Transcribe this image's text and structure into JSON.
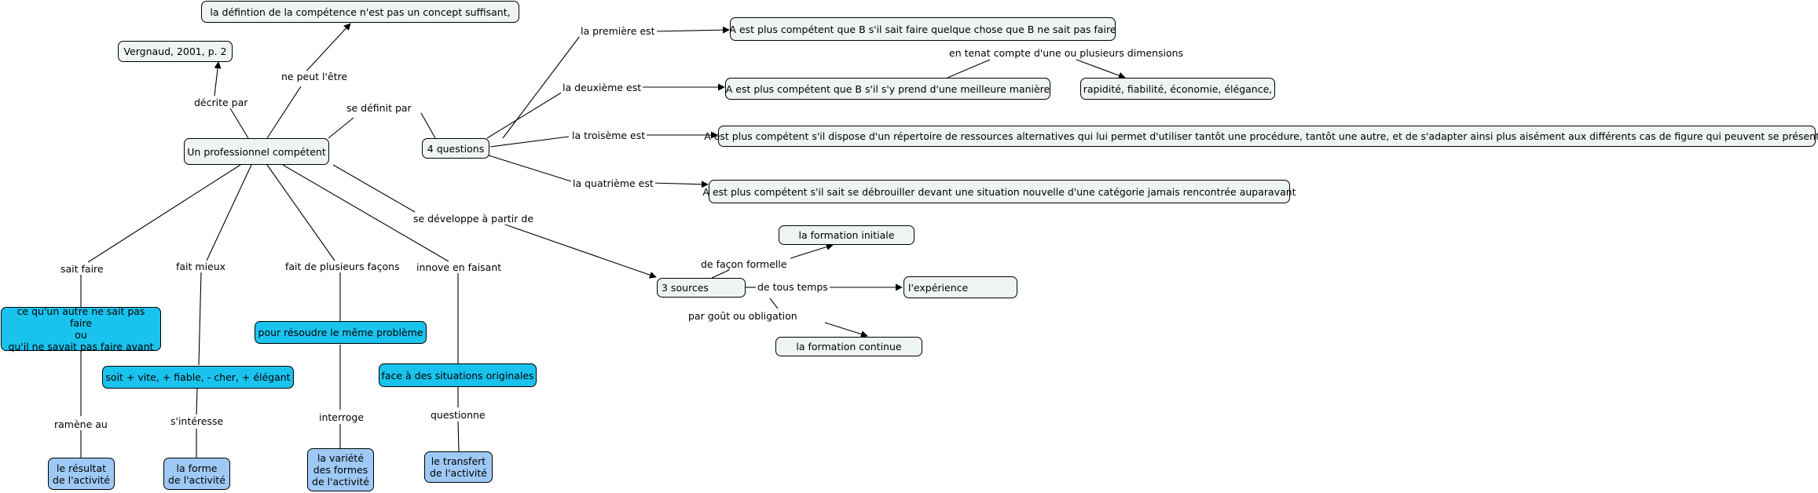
{
  "nodes": {
    "definition": "la défintion de la compétence  n'est  pas  un  concept  suffisant,",
    "vergnaud": "Vergnaud, 2001, p. 2",
    "professionnel": "Un professionnel compétent",
    "questions": "4 questions",
    "q1": "A est plus compétent que B s'il sait faire quelque chose que B ne sait pas faire",
    "q2": "A est plus compétent que B s'il s'y prend d'une meilleure manière",
    "dimensions": "rapidité, fiabilité, économie, élégance,",
    "q3": "A est plus compétent s'il dispose d'un répertoire de ressources alternatives qui lui permet d'utiliser tantôt une procédure, tantôt une autre, et de s'adapter ainsi plus aisément aux différents cas de figure qui peuvent se présenter",
    "q4": "A est plus compétent s'il sait se débrouiller devant une situation nouvelle d'une catégorie jamais rencontrée auparavant",
    "sources": "3 sources",
    "formation_initiale": "la formation initiale",
    "experience": "l'expérience",
    "formation_continue": "la formation continue",
    "autre": "ce qu'un autre ne sait pas faire\nou\nqu'il ne savait pas faire avant",
    "vite": "soit + vite, + fiable, - cher, + élégant",
    "probleme": "pour résoudre le même problème",
    "originales": "face à des situations originales",
    "resultat": "le résultat\nde l'activité",
    "forme": "la forme\nde l'activité",
    "variete": "la variété\ndes formes\nde l'activité",
    "transfert": "le transfert\nde l'activité"
  },
  "links": {
    "ne_peut": "ne peut l'être",
    "decrite_par": "décrite par",
    "se_definit_par": "se définit par",
    "premiere": "la première est",
    "deuxieme": "la deuxième est",
    "dimensions": "en tenat compte d'une ou plusieurs dimensions",
    "troisieme": "la troisème est",
    "quatrieme": "la quatrième est",
    "se_developpe": "se développe à partir de",
    "formelle": "de façon formelle",
    "tous_temps": "de tous temps",
    "gout": "par goût ou obligation",
    "sait_faire": "sait faire",
    "fait_mieux": "fait mieux",
    "plusieurs_facons": "fait de plusieurs façons",
    "innove": "innove en faisant",
    "ramene": "ramène au",
    "interesse": "s'intéresse",
    "interroge": "interroge",
    "questionne": "questionne"
  }
}
